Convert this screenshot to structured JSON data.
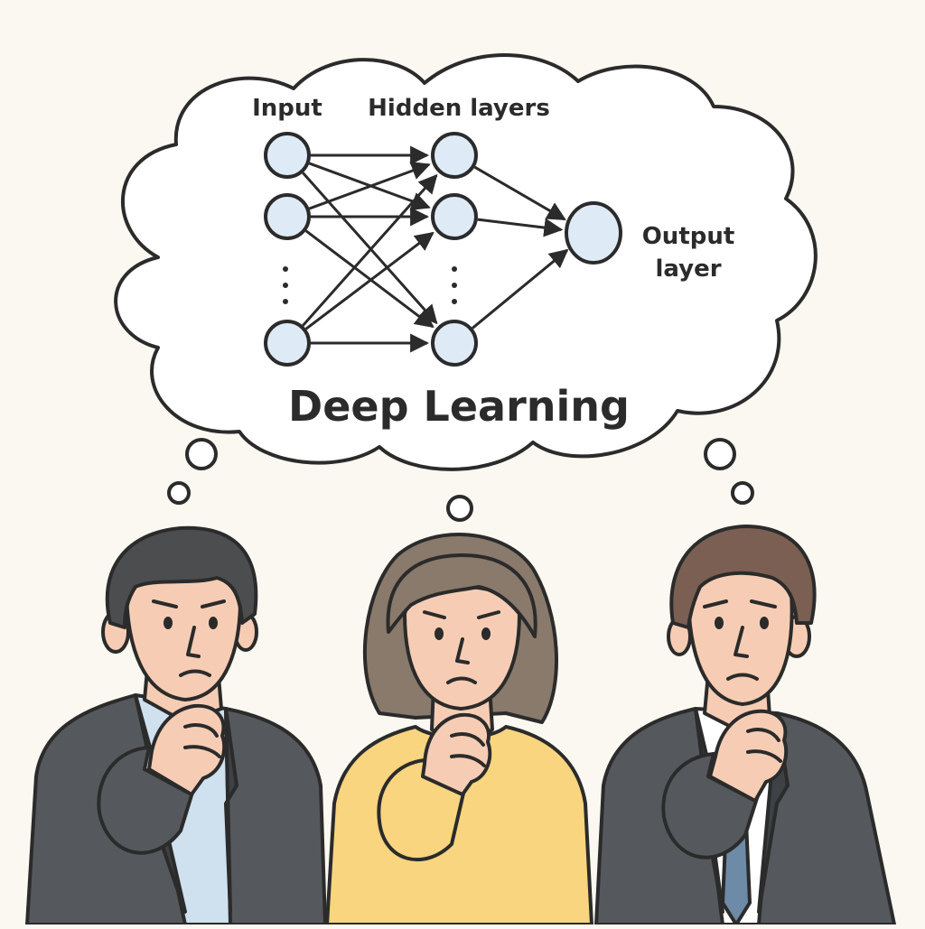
{
  "diagram": {
    "labels": {
      "input": "Input",
      "hidden": "Hidden layers",
      "output_line1": "Output",
      "output_line2": "layer",
      "title": "Deep Learning"
    },
    "layers": [
      {
        "name": "input",
        "visible_nodes": 3,
        "ellipsis": true
      },
      {
        "name": "hidden",
        "visible_nodes": 3,
        "ellipsis": true
      },
      {
        "name": "output",
        "visible_nodes": 1,
        "ellipsis": false
      }
    ],
    "connectivity": "fully-connected"
  },
  "colors": {
    "background": "#fbf8f1",
    "outline": "#2b2b2b",
    "node_fill": "#deebf7",
    "cloud_fill": "#ffffff",
    "suit": "#55585c",
    "suit_shadow": "#3e4145",
    "shirt": "#cfe0ee",
    "sweater": "#f8d57e",
    "skin": "#f6cdb4",
    "hair_man1": "#4b4d4f",
    "hair_woman": "#8a7a6c",
    "hair_man2": "#7a5f52",
    "tie": "#6d8aa6"
  },
  "people": [
    {
      "name": "man-left",
      "pose": "hand-on-chin"
    },
    {
      "name": "woman-center",
      "pose": "hand-on-chin"
    },
    {
      "name": "man-right",
      "pose": "hand-on-chin"
    }
  ]
}
